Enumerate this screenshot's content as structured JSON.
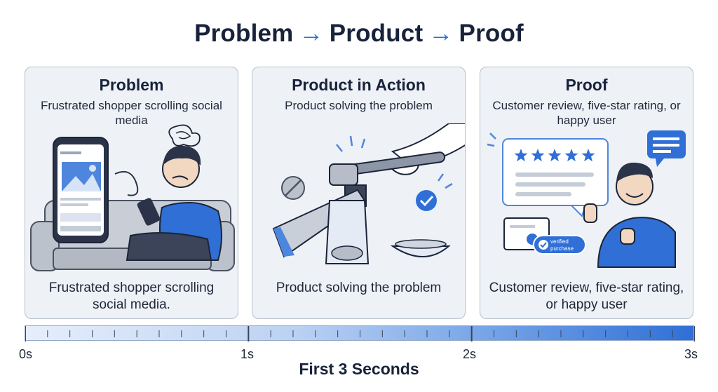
{
  "title": {
    "part1": "Problem",
    "part2": "Product",
    "part3": "Proof",
    "arrow": "→"
  },
  "panels": [
    {
      "title": "Problem",
      "subtitle": "Frustrated shopper scrolling social media",
      "caption": "Frustrated shopper scrolling social media."
    },
    {
      "title": "Product in Action",
      "subtitle": "Product solving the problem",
      "caption": "Product solving the problem"
    },
    {
      "title": "Proof",
      "subtitle": "Customer review, five-star rating, or happy user",
      "caption": "Customer review, five-star rating, or happy user",
      "badge_text": "verified purchase",
      "rating_stars": 5
    }
  ],
  "timeline": {
    "title": "First 3 Seconds",
    "labels": [
      "0s",
      "1s",
      "2s",
      "3s"
    ],
    "colors": {
      "start": "#e6eefb",
      "end": "#2f6fd6"
    }
  },
  "colors": {
    "accent": "#2f6fd6",
    "panel_bg": "#eef1f6",
    "text": "#18223a"
  }
}
